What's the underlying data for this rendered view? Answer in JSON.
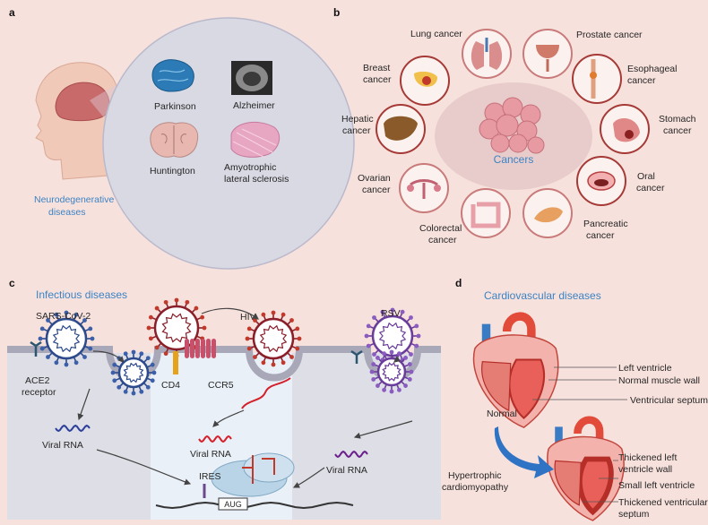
{
  "panels": {
    "a": {
      "letter": "a",
      "group_label": [
        "Neurodegenerative",
        "diseases"
      ],
      "diseases": [
        "Parkinson",
        "Alzheimer",
        "Huntington",
        [
          "Amyotrophic",
          "lateral sclerosis"
        ]
      ]
    },
    "b": {
      "letter": "b",
      "center_label": "Cancers",
      "cancers": [
        [
          "Lung cancer"
        ],
        [
          "Prostate cancer"
        ],
        [
          "Breast",
          "cancer"
        ],
        [
          "Esophageal",
          "cancer"
        ],
        [
          "Hepatic",
          "cancer"
        ],
        [
          "Stomach",
          "cancer"
        ],
        [
          "Ovarian",
          "cancer"
        ],
        [
          "Oral",
          "cancer"
        ],
        [
          "Colorectal",
          "cancer"
        ],
        [
          "Pancreatic",
          "cancer"
        ]
      ]
    },
    "c": {
      "letter": "c",
      "title": "Infectious diseases",
      "viruses": [
        "SARS-CoV-2",
        "HIV",
        "RSV"
      ],
      "receptors": {
        "ace2": [
          "ACE2",
          "receptor"
        ],
        "cd4": "CD4",
        "ccr5": "CCR5"
      },
      "viral_rna": "Viral RNA",
      "ires": "IRES",
      "aug": "AUG"
    },
    "d": {
      "letter": "d",
      "title": "Cardiovascular diseases",
      "normal_label": "Normal",
      "normal_annotations": [
        "Left ventricle",
        "Normal muscle wall",
        "Ventricular septum"
      ],
      "disease_label": [
        "Hypertrophic",
        "cardiomyopathy"
      ],
      "hcm_annotations": [
        [
          "Thickened left",
          "ventricle wall"
        ],
        [
          "Small left ventricle"
        ],
        [
          "Thickened ventricular",
          "septum"
        ]
      ]
    }
  },
  "colors": {
    "background": "#f7e1dc",
    "accent_blue": "#3b83c4",
    "ring_red": "#a63a37",
    "circle_fill": "#d9d9e4"
  }
}
